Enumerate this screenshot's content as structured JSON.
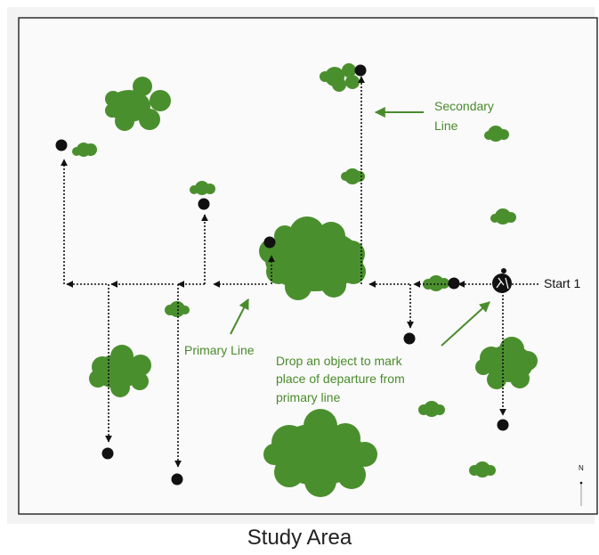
{
  "labels": {
    "secondary_line": [
      "Secondary",
      "Line"
    ],
    "primary_line": "Primary Line",
    "drop_object": [
      "Drop an object to mark",
      "place of  departure from",
      "primary line"
    ],
    "start": "Start 1",
    "north": "N"
  },
  "caption": "Study Area",
  "colors": {
    "vegetation": "#4a8f2d",
    "annotation": "#4a8b2c",
    "frame_background": "#fafafa"
  }
}
